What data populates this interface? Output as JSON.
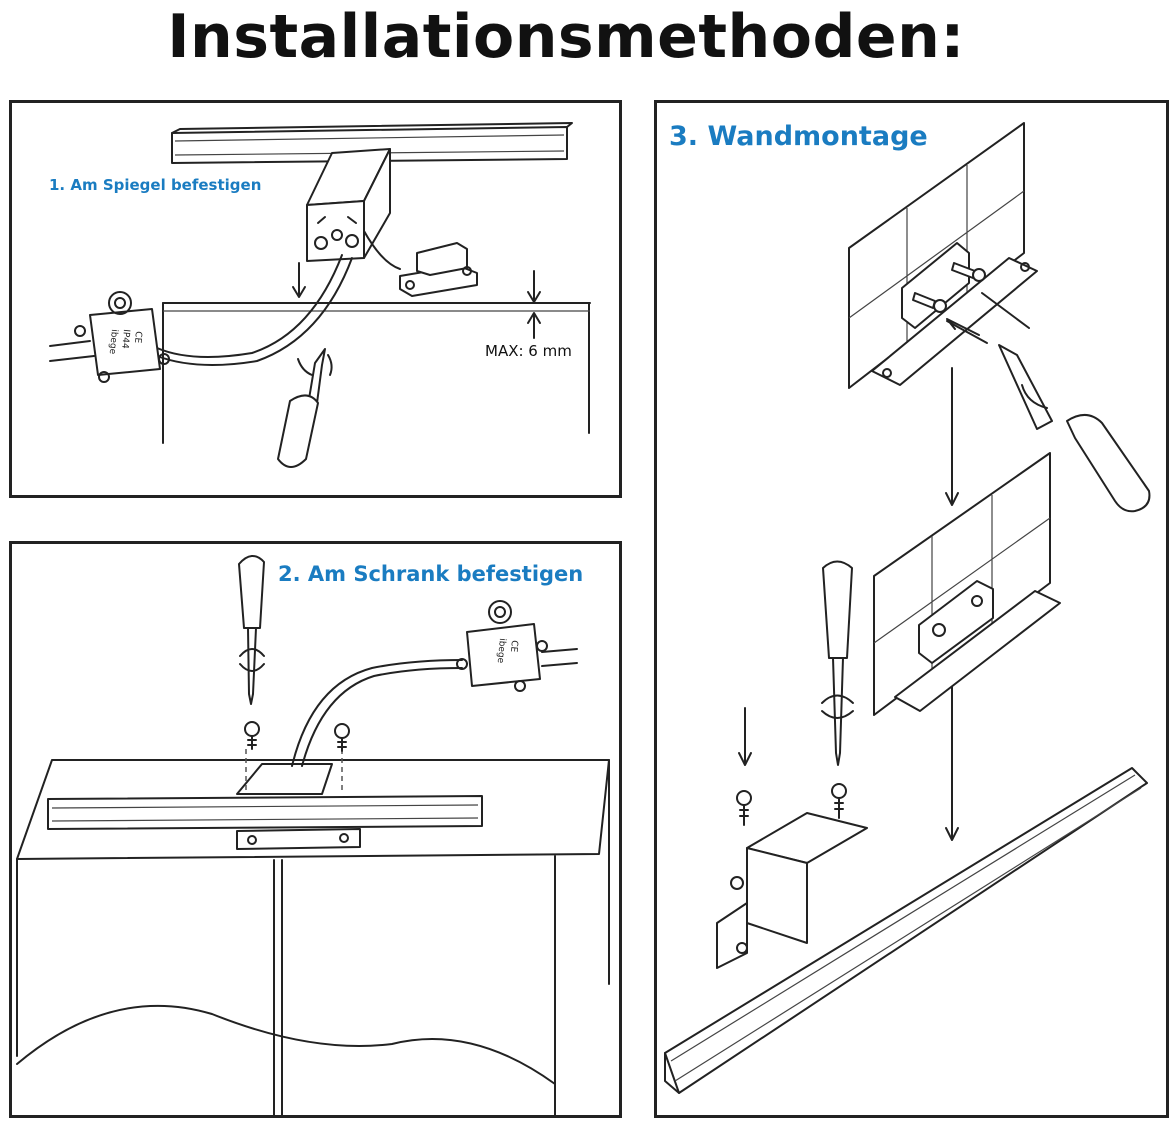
{
  "title": "Installationsmethoden:",
  "panels": {
    "mirror": {
      "label": "1. Am Spiegel befestigen",
      "max_label": "MAX: 6 mm"
    },
    "cabinet": {
      "label": "2. Am Schrank befestigen"
    },
    "wall": {
      "label": "3. Wandmontage"
    }
  },
  "driver_box": {
    "lines": [
      "IP44",
      "ibege",
      "CE"
    ]
  },
  "icons": [
    "screwdriver-icon",
    "screw-icon",
    "driver-box-icon",
    "lamp-bar-icon",
    "bracket-icon",
    "clip-icon",
    "wall-tile-icon"
  ],
  "colors": {
    "accent": "#1a7cc1",
    "line": "#222222",
    "background": "#ffffff"
  }
}
